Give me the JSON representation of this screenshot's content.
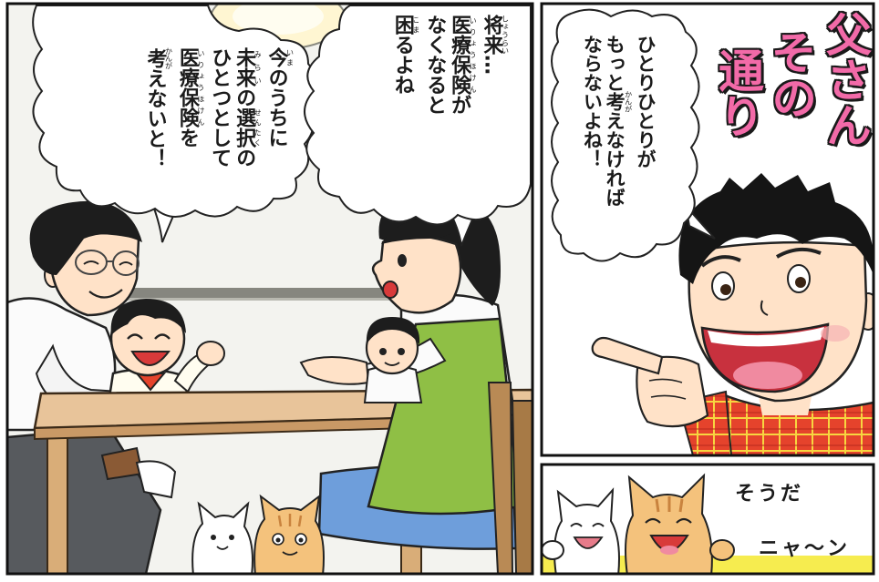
{
  "panels": {
    "family": {
      "mother_bubble": {
        "columns": [
          [
            {
              "text": "将来",
              "ruby": "しょうらい"
            },
            {
              "text": "…"
            }
          ],
          [
            {
              "text": "医療保険",
              "ruby": "いりょうほけん"
            },
            {
              "text": "が"
            }
          ],
          [
            {
              "text": "なくなると"
            }
          ],
          [
            {
              "text": "困",
              "ruby": "こま"
            },
            {
              "text": "るよね"
            }
          ]
        ]
      },
      "father_bubble": {
        "columns": [
          [
            {
              "text": "今",
              "ruby": "いま"
            },
            {
              "text": "のうちに"
            }
          ],
          [
            {
              "text": "未来",
              "ruby": "みらい"
            },
            {
              "text": "の"
            },
            {
              "text": "選択",
              "ruby": "せんたく"
            },
            {
              "text": "の"
            }
          ],
          [
            {
              "text": "ひとつとして"
            }
          ],
          [
            {
              "text": "医療保険",
              "ruby": "いりょうほけん"
            },
            {
              "text": "を"
            }
          ],
          [
            {
              "text": "考",
              "ruby": "かんが"
            },
            {
              "text": "えないと！"
            }
          ]
        ]
      }
    },
    "boy": {
      "speech_bubble": {
        "columns": [
          [
            {
              "text": "ひとりひとりが"
            }
          ],
          [
            {
              "text": "もっと"
            },
            {
              "text": "考",
              "ruby": "かんが"
            },
            {
              "text": "えなければ"
            }
          ],
          [
            {
              "text": "ならないよね！"
            }
          ]
        ]
      },
      "title_lettering": [
        "父さん",
        "その",
        "通り"
      ]
    },
    "cats": {
      "exclamation": "そうだ",
      "meow": "ニャ〜ン"
    }
  },
  "colors": {
    "title_pink": "#f26aa8",
    "apron_green": "#8fbf45",
    "skirt_blue": "#6e9edb",
    "shirt_red": "#e5432c",
    "plaid_yellow": "#f7d640",
    "table_tan": "#e8c49a",
    "cat_orange": "#f4c27c",
    "strip_yellow": "#f6ec4f",
    "skin": "#ffe2c8"
  }
}
